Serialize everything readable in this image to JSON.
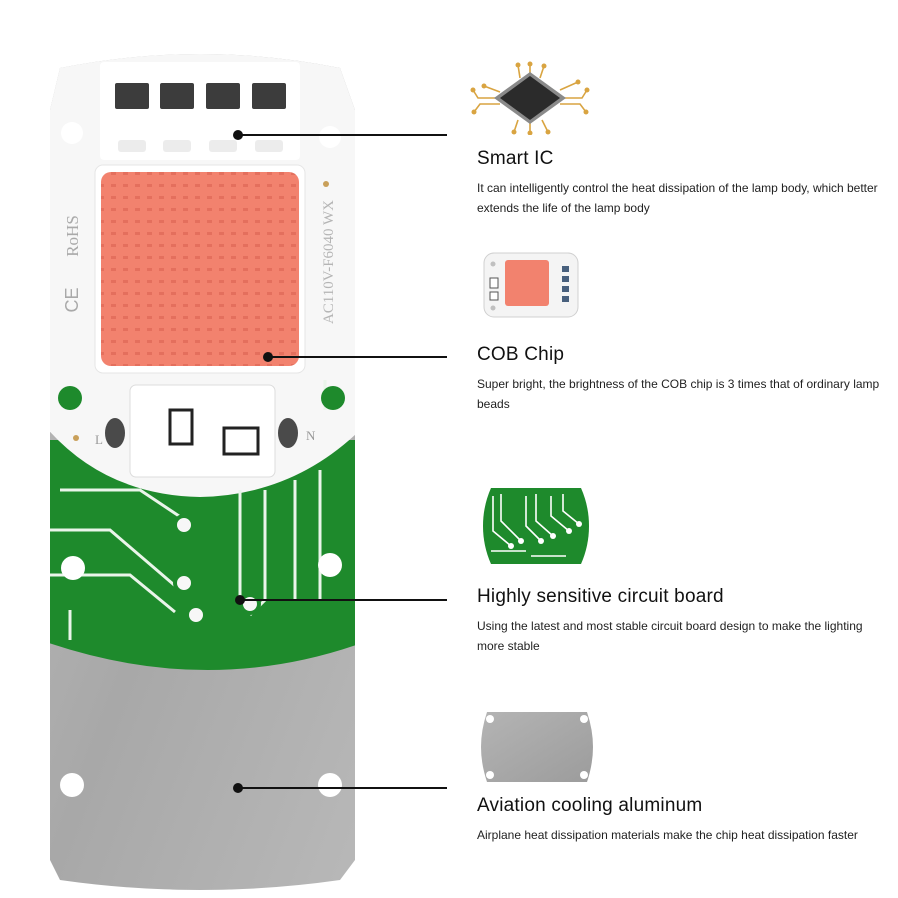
{
  "board": {
    "rohs_mark": "RoHS",
    "ce_mark": "CE",
    "model_text": "AC110V-F6040 WX",
    "pin_left": "L",
    "pin_right": "N"
  },
  "callouts": [
    {
      "title": "Smart IC",
      "description": "It can intelligently control the heat dissipation of the lamp body, which better extends the life of the lamp body"
    },
    {
      "title": "COB Chip",
      "description": "Super bright, the brightness of the COB chip is 3 times that of ordinary lamp beads"
    },
    {
      "title": "Highly sensitive circuit board",
      "description": "Using the latest and most stable circuit board design to make the lighting more stable"
    },
    {
      "title": "Aviation cooling aluminum",
      "description": "Airplane heat dissipation materials make the chip heat dissipation faster"
    }
  ],
  "icons": {
    "smart_ic": "ic-chip-icon",
    "cob_chip": "cob-module-icon",
    "circuit_board": "circuit-board-icon",
    "aluminum": "aluminum-plate-icon"
  },
  "colors": {
    "chip_glow": "#f2826e",
    "pcb_green": "#1e8a2c",
    "aluminum": "#aeaeae",
    "board_white": "#f7f7f7"
  }
}
